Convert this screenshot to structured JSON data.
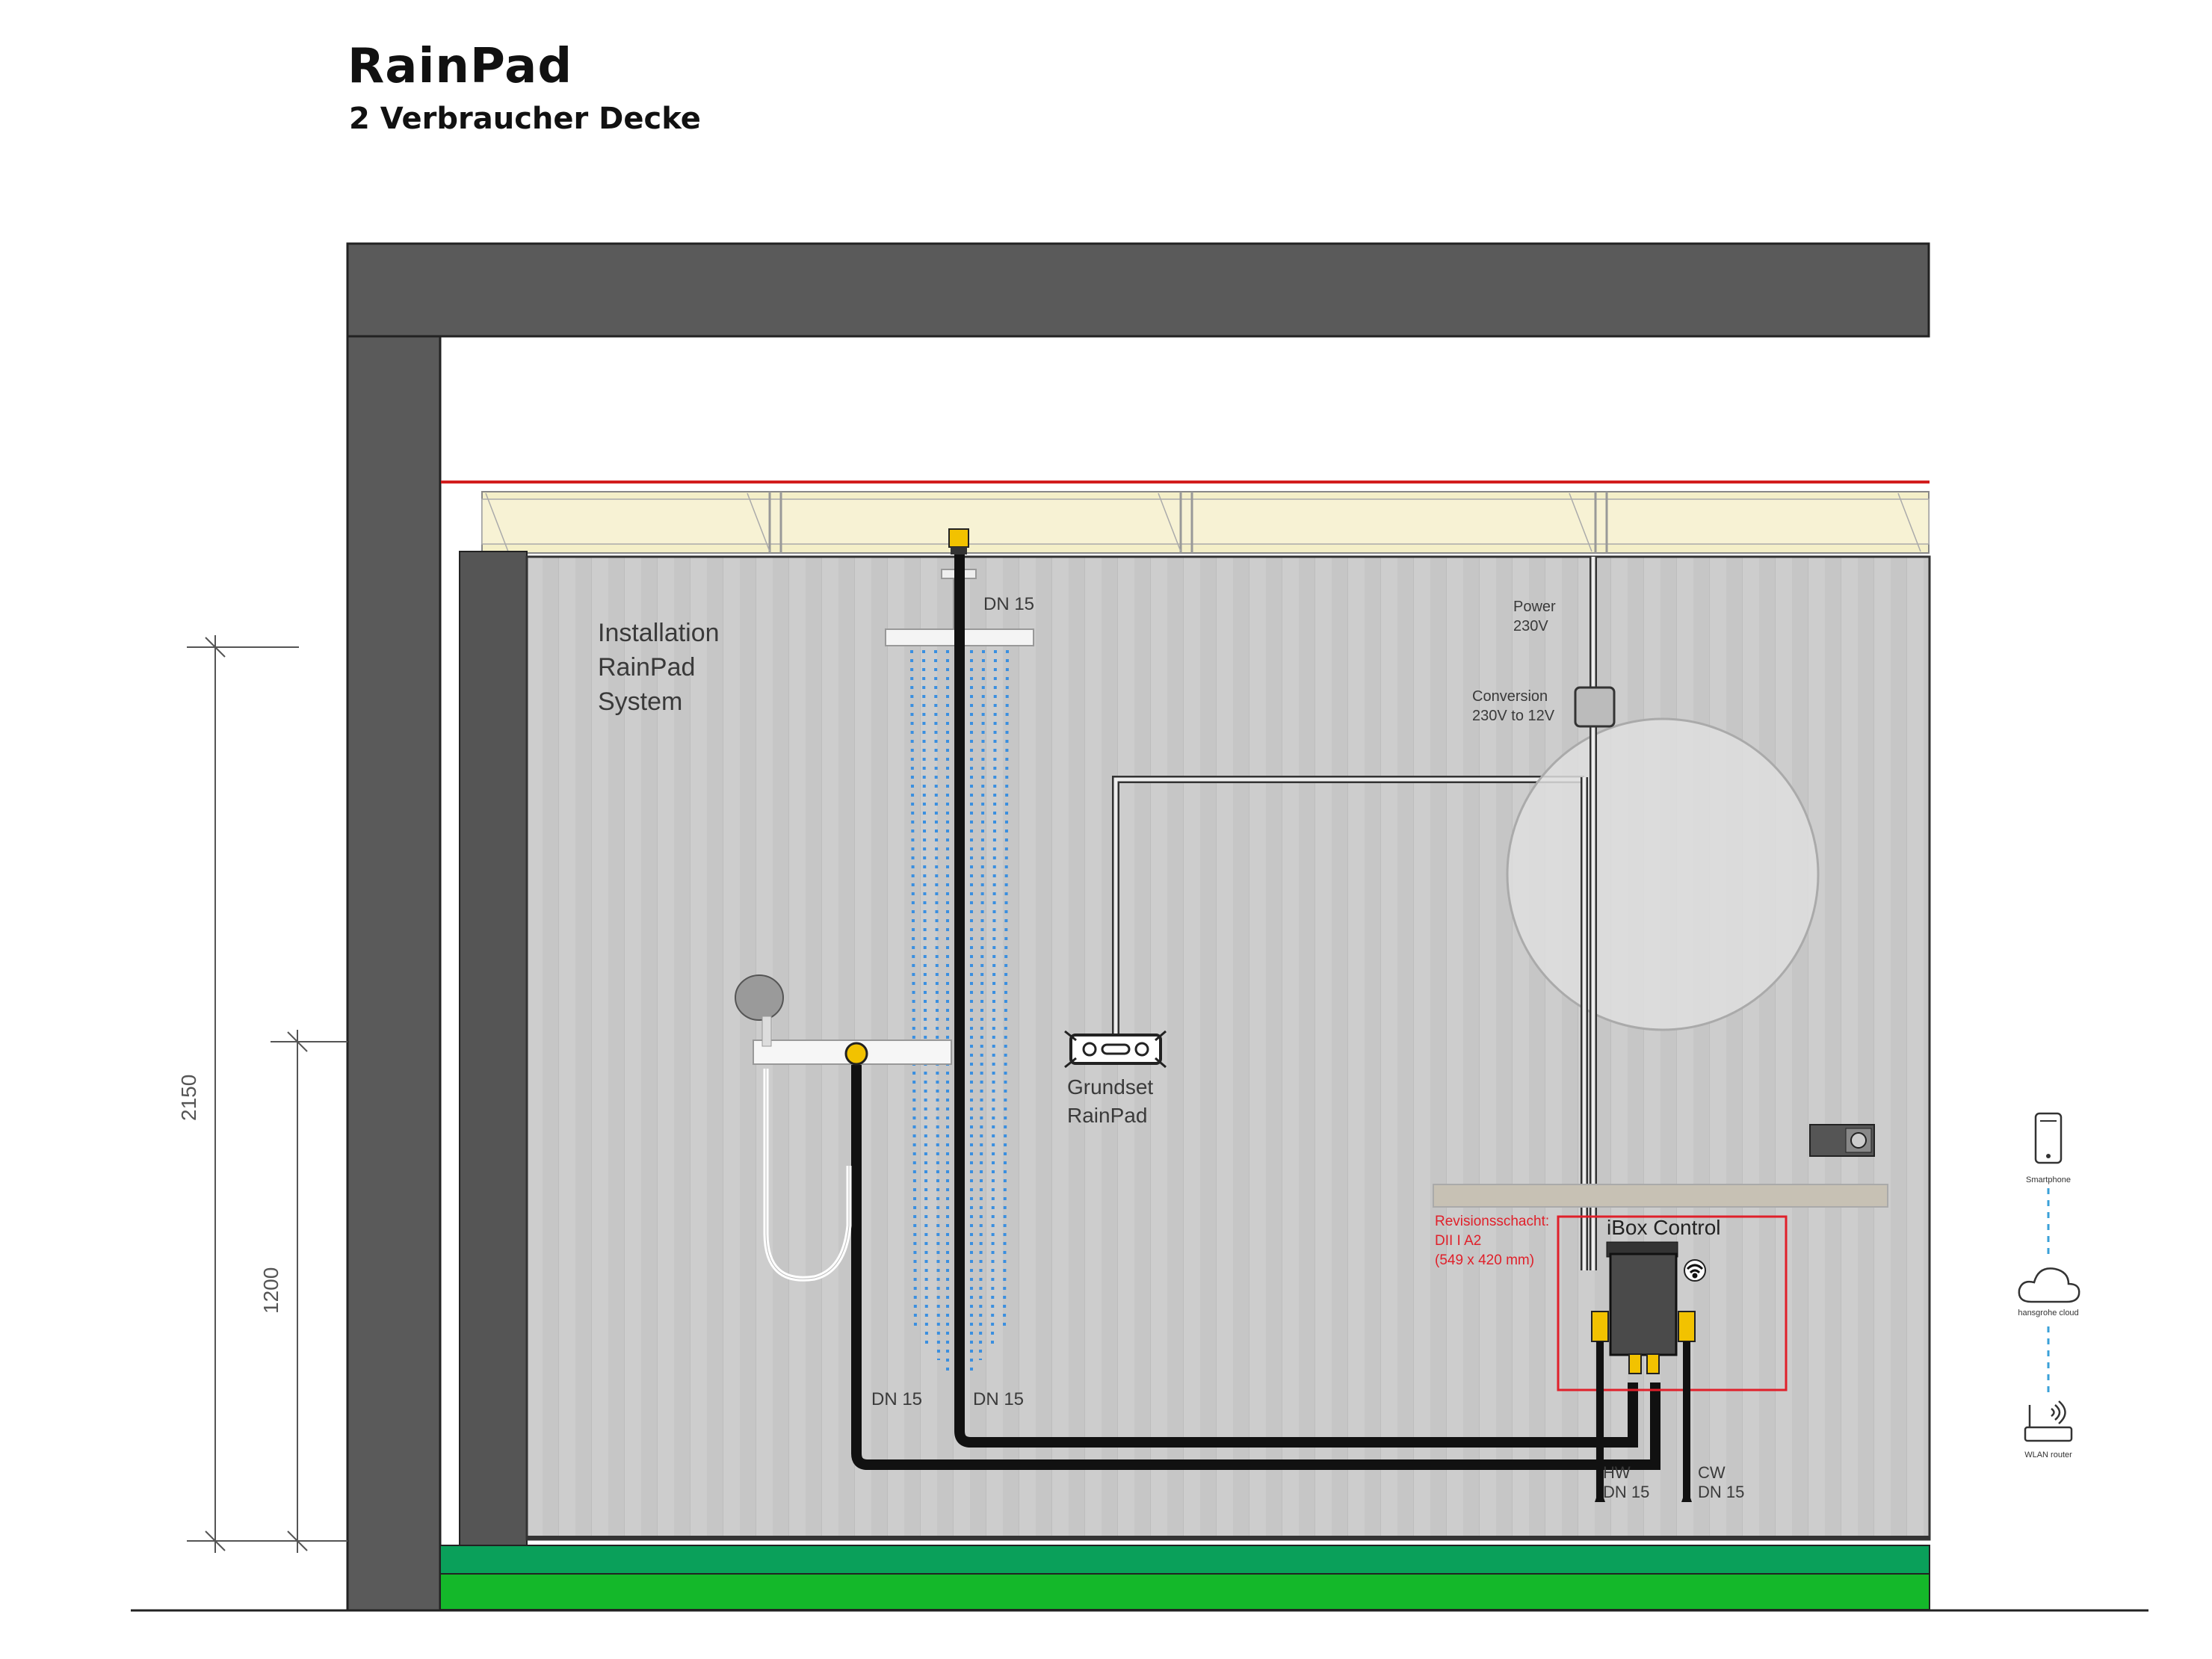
{
  "header": {
    "title": "RainPad",
    "subtitle": "2 Verbraucher Decke"
  },
  "labels": {
    "installation": [
      "Installation",
      "RainPad",
      "System"
    ],
    "dn15_top": "DN 15",
    "dn15_left": "DN 15",
    "dn15_right": "DN 15",
    "power": [
      "Power",
      "230V"
    ],
    "conversion": [
      "Conversion",
      "230V to 12V"
    ],
    "grundset": [
      "Grundset",
      "RainPad"
    ],
    "revision": [
      "Revisionsschacht:",
      "DII I A2",
      "(549 x 420 mm)"
    ],
    "ibox": "iBox Control",
    "hw": [
      "HW",
      "DN 15"
    ],
    "cw": [
      "CW",
      "DN 15"
    ],
    "smartphone": "Smartphone",
    "cloud": "hansgrohe cloud",
    "router": "WLAN router"
  },
  "dimensions": {
    "total_height": "2150",
    "handheld_height": "1200"
  },
  "colors": {
    "wall": "#5a5a5a",
    "tile": "#c9c9c9",
    "insulation": "#f4efc8",
    "screed_top": "#0aa05a",
    "screed_bottom": "#14b82a",
    "pipe": "#111111",
    "fitting": "#f2c200",
    "rain": "#3a8fe0",
    "revision_box": "#e0202a"
  }
}
